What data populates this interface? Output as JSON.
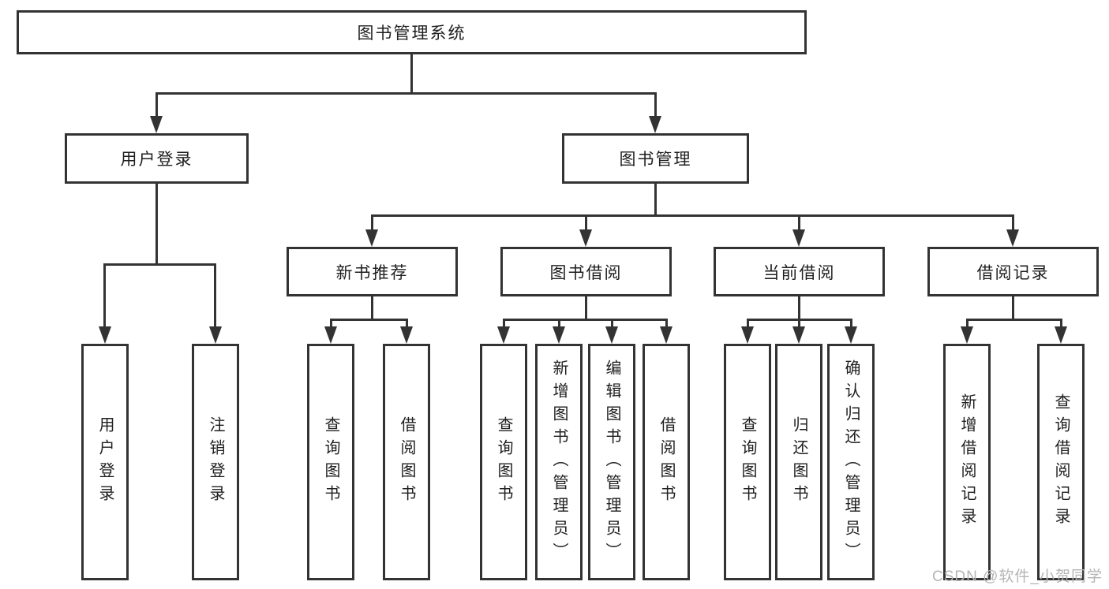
{
  "diagram": {
    "root": {
      "label": "图书管理系统"
    },
    "login_branch": {
      "label": "用户登录",
      "leaves": [
        {
          "label": "用户登录"
        },
        {
          "label": "注销登录"
        }
      ]
    },
    "mgmt_branch": {
      "label": "图书管理",
      "sections": [
        {
          "label": "新书推荐",
          "leaves": [
            {
              "label": "查询图书"
            },
            {
              "label": "借阅图书"
            }
          ]
        },
        {
          "label": "图书借阅",
          "leaves": [
            {
              "label": "查询图书"
            },
            {
              "label": "新增图书（管理员）"
            },
            {
              "label": "编辑图书（管理员）"
            },
            {
              "label": "借阅图书"
            }
          ]
        },
        {
          "label": "当前借阅",
          "leaves": [
            {
              "label": "查询图书"
            },
            {
              "label": "归还图书"
            },
            {
              "label": "确认归还（管理员）"
            }
          ]
        },
        {
          "label": "借阅记录",
          "leaves": [
            {
              "label": "新增借阅记录"
            },
            {
              "label": "查询借阅记录"
            }
          ]
        }
      ]
    }
  },
  "watermark": {
    "text": "CSDN @软件_小贺同学"
  },
  "colors": {
    "line": "#333333",
    "text": "#1f1f1f",
    "watermark": "#b5b5b5",
    "background": "#ffffff"
  }
}
